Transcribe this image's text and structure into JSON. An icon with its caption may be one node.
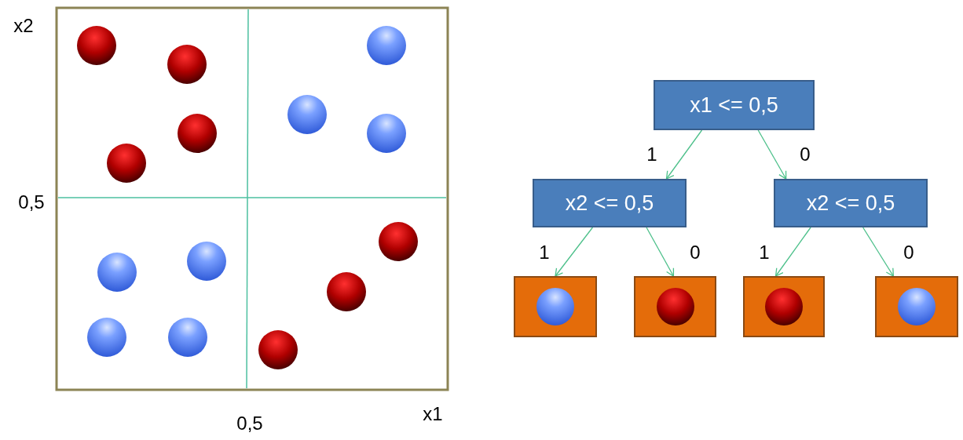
{
  "diagram": {
    "nodes": [
      {
        "text": [
          "x1 <= 0,5"
        ]
      },
      {
        "text": [
          "x2 <= 0,5"
        ]
      },
      {
        "text": [
          "x2 <= 0,5"
        ]
      },
      {
        "text": [],
        "shape": "box"
      },
      {
        "text": [],
        "shape": "box"
      },
      {
        "text": [],
        "shape": "box"
      },
      {
        "text": [],
        "shape": "box"
      }
    ],
    "edges": [
      {
        "from": 0,
        "to": 1,
        "arrow": "to",
        "label": "1"
      },
      {
        "from": 0,
        "to": 2,
        "arrow": "to",
        "label": "0"
      },
      {
        "from": 1,
        "to": 3,
        "arrow": "to",
        "label": "1"
      },
      {
        "from": 1,
        "to": 4,
        "arrow": "to",
        "label": "0"
      },
      {
        "from": 2,
        "to": 5,
        "arrow": "to",
        "label": "1"
      },
      {
        "from": 2,
        "to": 6,
        "arrow": "to",
        "label": "0"
      }
    ],
    "labels": [
      "x2",
      "0,5",
      "0,5",
      "x1"
    ]
  }
}
